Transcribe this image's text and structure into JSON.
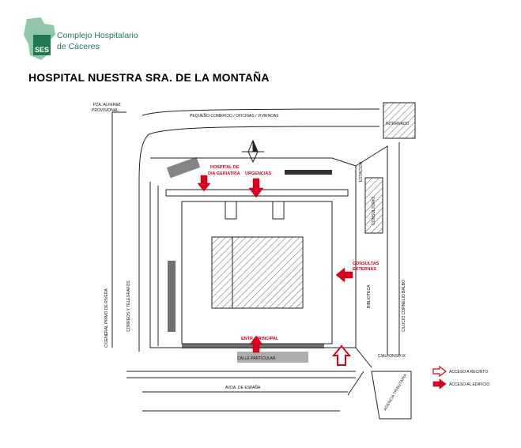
{
  "header": {
    "logo_abbr": "SES",
    "logo_line1": "Complejo Hospitalario",
    "logo_line2": "de Cáceres",
    "title": "HOSPITAL NUESTRA SRA. DE LA MONTAÑA"
  },
  "map": {
    "streets": {
      "plaza": "PZA. ALFEREZ",
      "plaza2": "PROVISIONAL",
      "top": "PEQUEÑO COMERCIO / OFICINAS / VIVIENDAS",
      "left": "C/GENERAL PRIMO DE RIVERA",
      "left2": "CORREOS Y TELEGRAFOS",
      "right": "C/LUCIO CORNELIO BALBO",
      "alfonso": "C/ALFONSO IX",
      "avenida": "AVDA. DE ESPAÑA",
      "calle": "CALLE PARTICULAR",
      "agencia": "AGENCIA TRIBUTARIA",
      "biblioteca": "BIBLIOTECA",
      "consultorio": "CONSULTORIO",
      "internado": "INTERNADO",
      "estacion": "ESTACION"
    },
    "access_labels": {
      "geriatria_1": "HOSPITAL DE",
      "geriatria_2": "DIA GERIATRIA",
      "urgencias": "URGENCIAS",
      "consultas_1": "CONSULTAS",
      "consultas_2": "EXTERNAS",
      "principal": "ENTR. PRINCIPAL"
    },
    "legend": {
      "recinto": "ACCESO A RECINTO",
      "edificio": "ACCESO AL EDIFICIO"
    }
  },
  "colors": {
    "brand_green": "#1f7a52",
    "access_red": "#e0001a",
    "line": "#222222"
  }
}
